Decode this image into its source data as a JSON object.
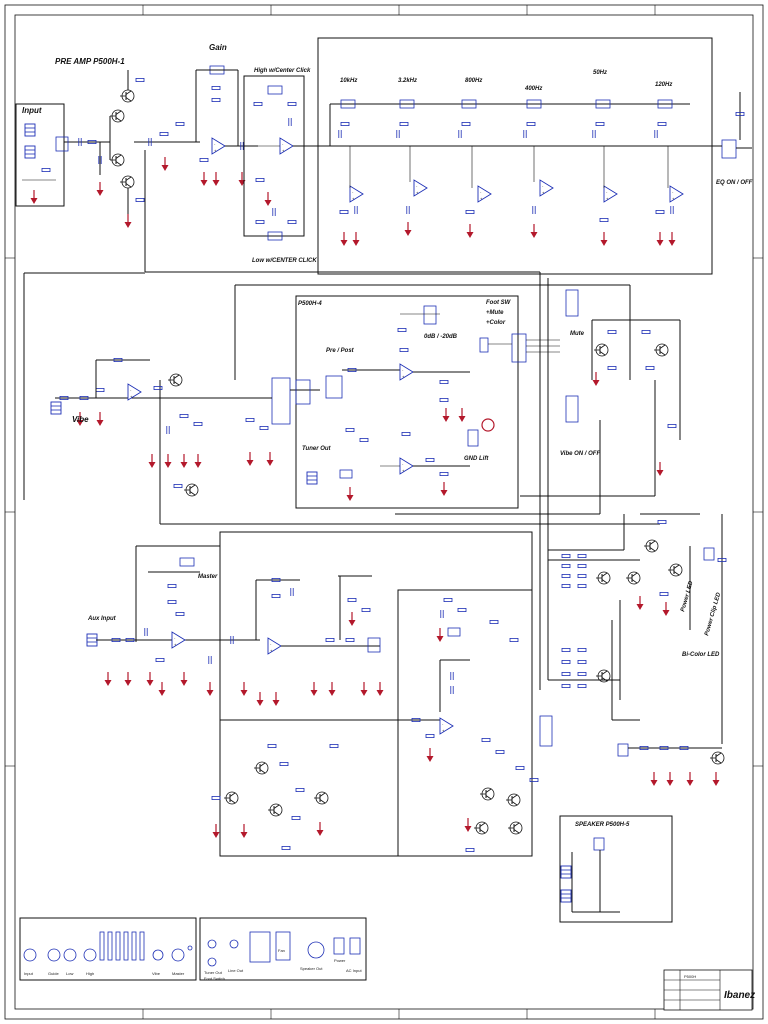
{
  "labels": {
    "preamp": "PRE AMP P500H-1",
    "input": "Input",
    "gain": "Gain",
    "high": "High w/Center Click",
    "low": "Low w/CENTER CLICK",
    "f10k": "10kHz",
    "f3k": "3.2kHz",
    "f800": "800Hz",
    "f400": "400Hz",
    "f50": "50Hz",
    "f120": "120Hz",
    "eq": "EQ ON / OFF",
    "p500h4": "P500H-4",
    "prepost": "Pre / Post",
    "db": "0dB / -20dB",
    "footsw": "Foot SW",
    "mute_opt": "+Mute",
    "color_opt": "+Color",
    "mute": "Mute",
    "vibe": "Vibe",
    "tuner": "Tuner Out",
    "gndlift": "GND Lift",
    "vibeonoff": "Vibe ON / OFF",
    "master": "Master",
    "aux": "Aux Input",
    "powerled": "Power LED",
    "clipled": "Power Clip LED",
    "bicolor": "Bi-Color LED",
    "speaker": "SPEAKER P500H-5"
  },
  "panel_front": [
    "Input",
    "Guide",
    "Low",
    "High",
    "Vibe",
    "Master"
  ],
  "panel_rear": [
    "Tuner Out",
    "Foot Switch",
    "Line Out",
    "Fan",
    "Speaker Out",
    "Power",
    "AC Input"
  ],
  "title_block": {
    "brand": "Ibanez",
    "model": "P500H"
  },
  "colors": {
    "wire": "#111111",
    "component": "#1d2fb5",
    "ground": "#b3182b"
  }
}
